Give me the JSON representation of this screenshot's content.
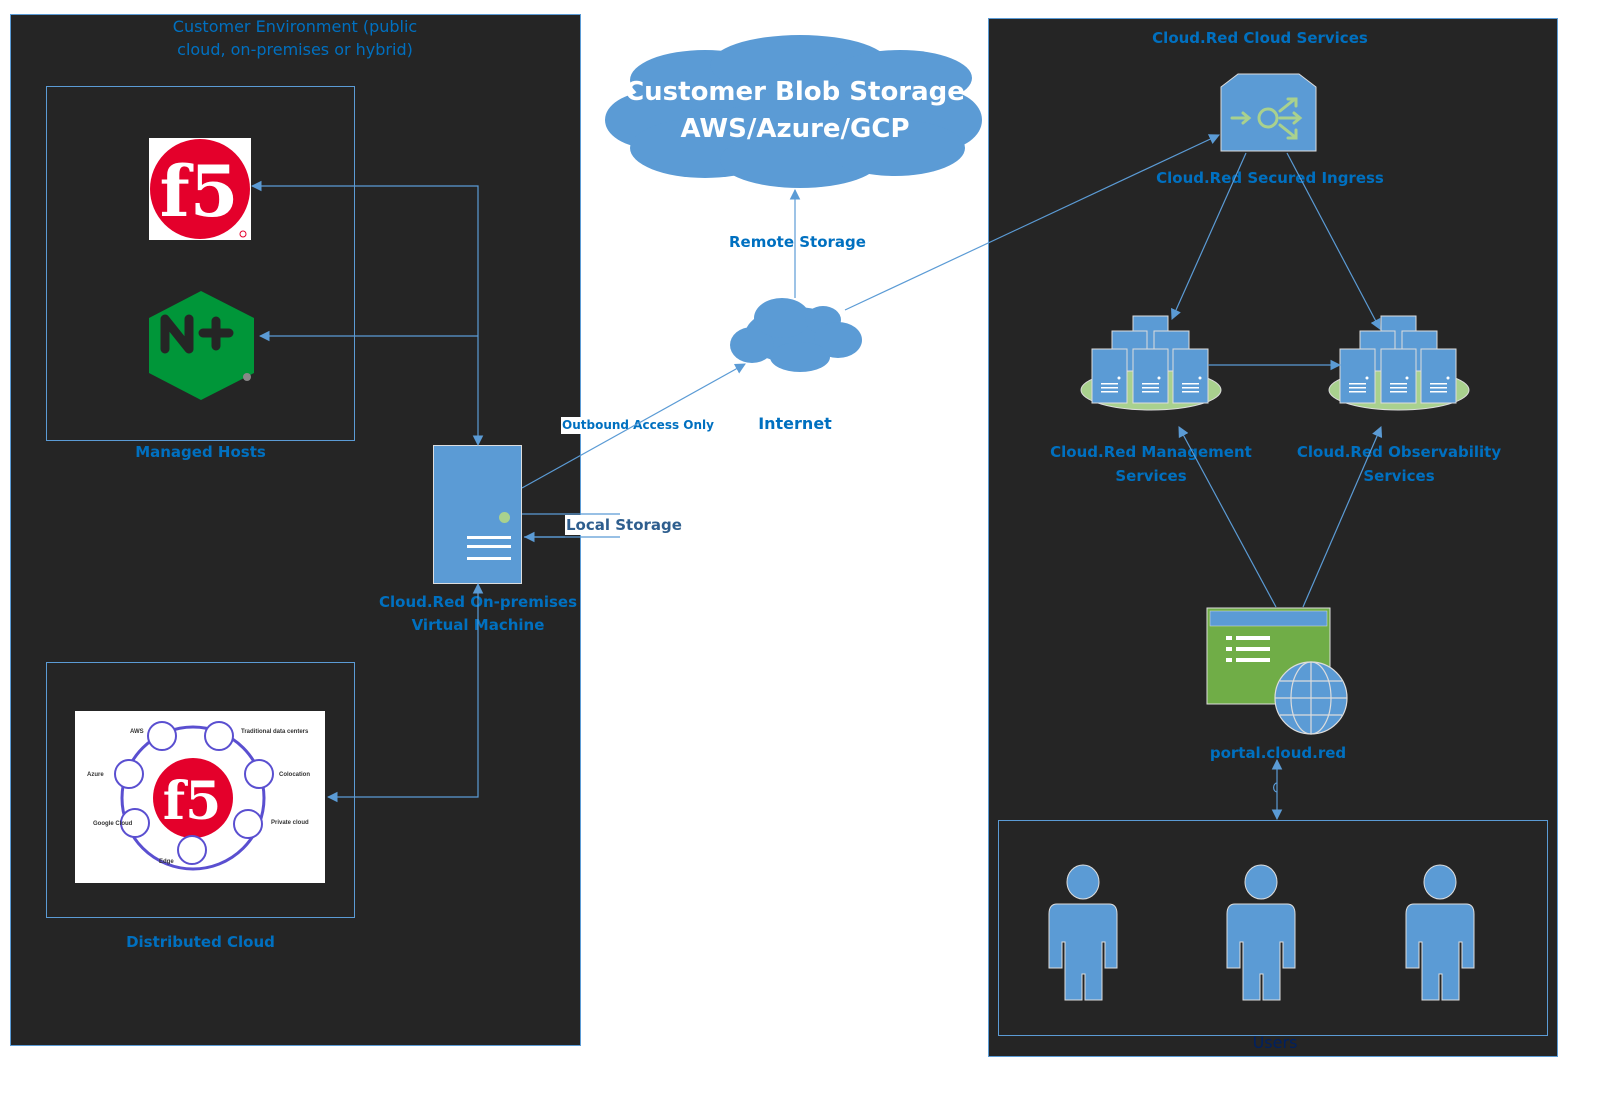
{
  "customer_environment": {
    "title_line1": "Customer Environment (public",
    "title_line2": "cloud, on-premises or hybrid)",
    "managed_hosts": {
      "label": "Managed Hosts",
      "hosts": [
        "F5 BIG-IP",
        "NGINX Plus"
      ],
      "f5_logo_text": "f5",
      "nginx_logo_text": "N+"
    },
    "distributed_cloud": {
      "label": "Distributed Cloud",
      "image_center": "f5",
      "image_nodes": [
        "AWS",
        "Traditional data centers",
        "Colocation",
        "Private cloud",
        "Edge",
        "Google Cloud",
        "Azure"
      ]
    },
    "vm": {
      "label_line1": "Cloud.Red On-premises",
      "label_line2": "Virtual Machine"
    },
    "local_storage_label": "Local Storage"
  },
  "middle": {
    "blob_storage_line1": "Customer Blob Storage",
    "blob_storage_line2": "AWS/Azure/GCP",
    "remote_storage_label": "Remote Storage",
    "internet_label": "Internet",
    "outbound_label": "Outbound Access Only"
  },
  "cloud_services": {
    "title": "Cloud.Red Cloud Services",
    "ingress_label": "Cloud.Red Secured Ingress",
    "management": {
      "line1": "Cloud.Red Management",
      "line2": "Services"
    },
    "observability": {
      "line1": "Cloud.Red Observability",
      "line2": "Services"
    },
    "portal_label": "portal.cloud.red",
    "users_label": "Users",
    "user_count": 3
  },
  "colors": {
    "panel_bg": "#252525",
    "accent_blue": "#5b9bd5",
    "label_blue": "#0070c0",
    "green": "#70ad47",
    "ellipse_green": "#a9d18e",
    "f5_red": "#e4002b",
    "nginx_green": "#009639"
  }
}
